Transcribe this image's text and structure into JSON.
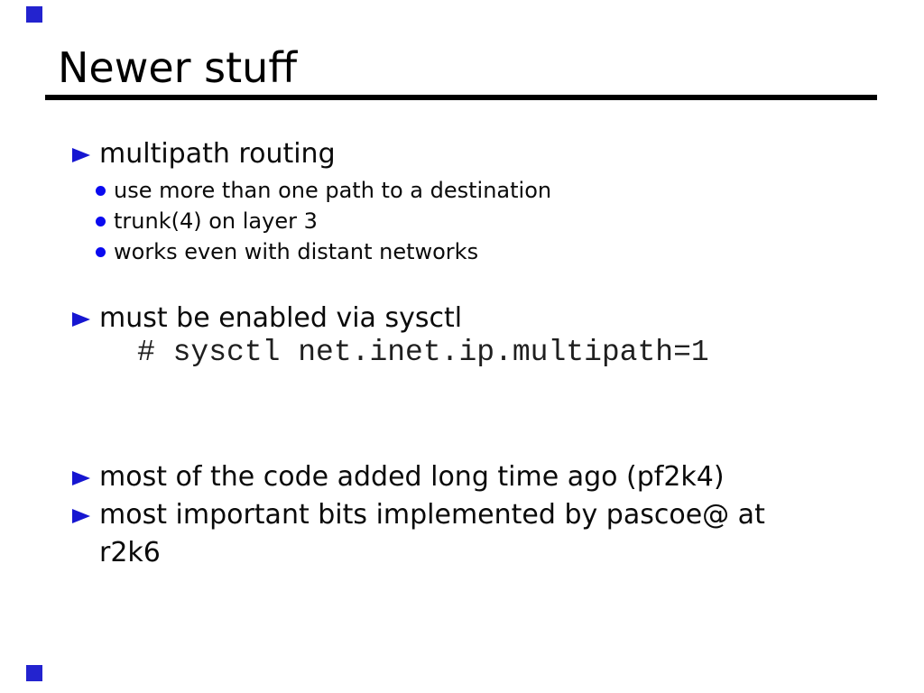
{
  "slide": {
    "title": "Newer stuff",
    "bullets": {
      "multipath": "multipath routing",
      "sysctl": "must be enabled via sysctl",
      "code_added": "most of the code added long time ago (pf2k4)",
      "pascoe": "most important bits implemented by pascoe@ at",
      "pascoe_cont": "r2k6"
    },
    "sub_bullets": [
      "use more than one path to a destination",
      "trunk(4) on layer 3",
      "works even with distant networks"
    ],
    "code_line": "# sysctl net.inet.ip.multipath=1"
  },
  "icons": {
    "triangle_bullet": "right-pointing-triangle",
    "dot_bullet": "filled-circle",
    "corner_square": "filled-square"
  },
  "colors": {
    "bullet_triangle_blue": "#1616d1",
    "sub_dot_blue": "#0a0af0",
    "corner_square_blue": "#2323cf",
    "title_rule_black": "#000000",
    "body_text": "#0a0a0a",
    "code_text": "#1f1f1f",
    "background": "#ffffff"
  }
}
